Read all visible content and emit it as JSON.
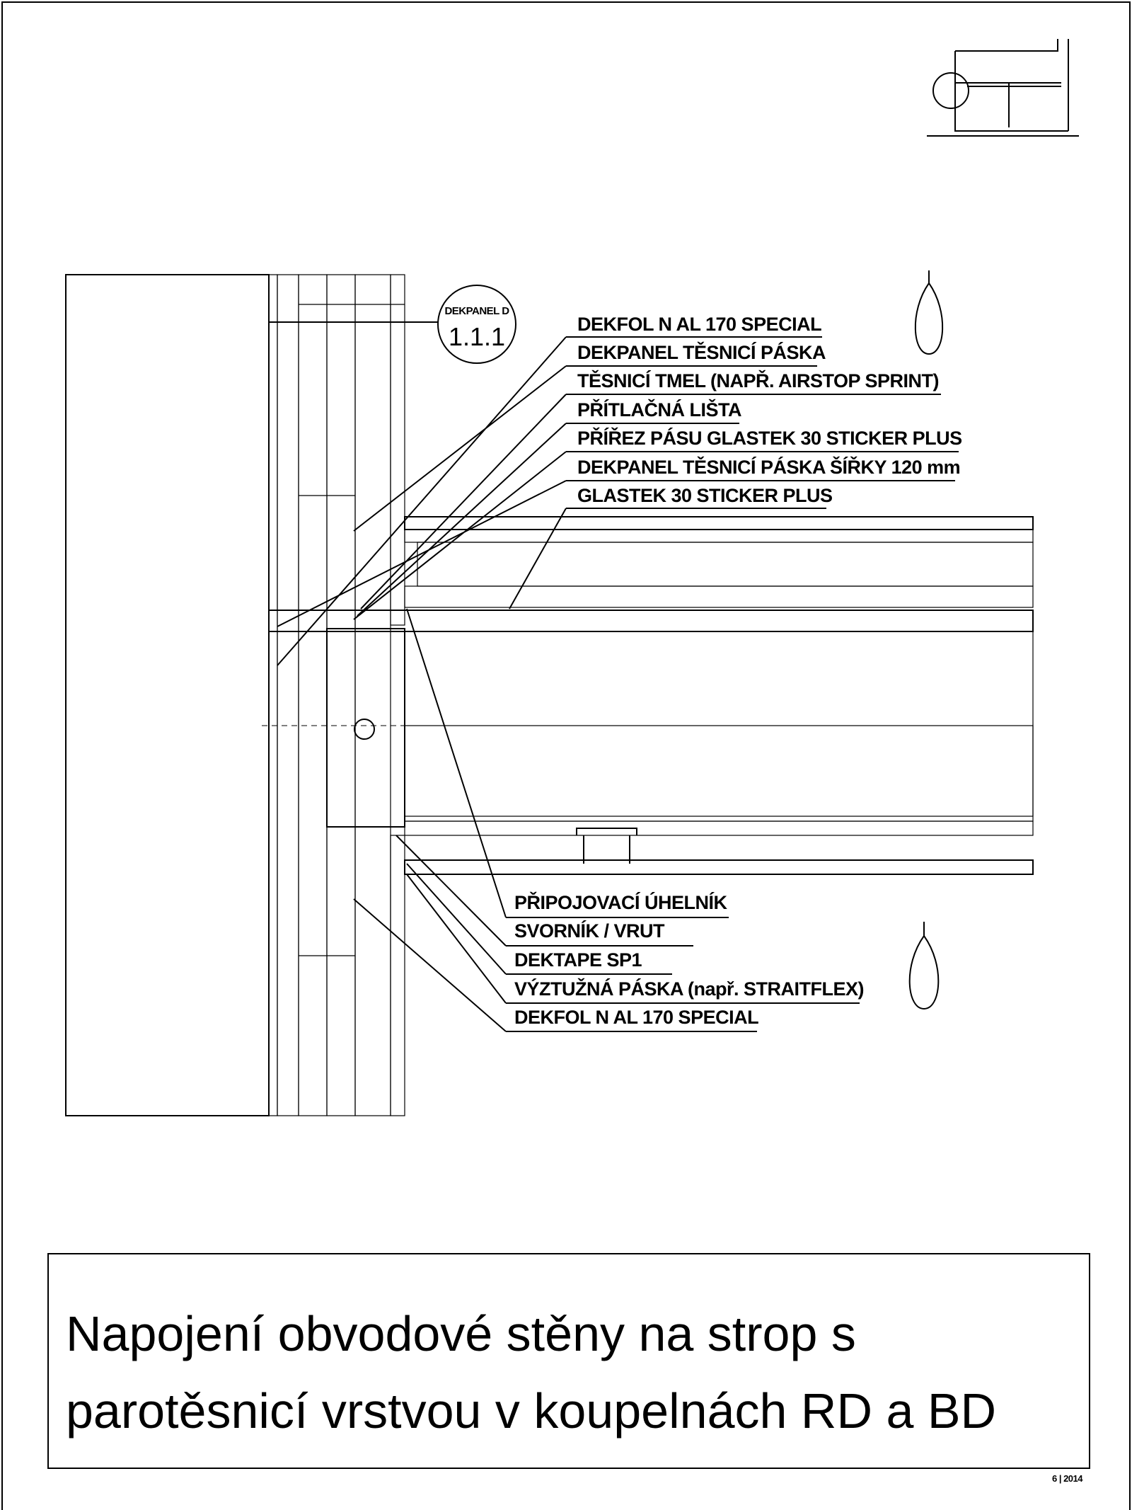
{
  "drawing": {
    "detail_ref": {
      "label": "DEKPANEL D",
      "number": "1.1.1"
    },
    "upper_labels": [
      "DEKFOL N AL 170 SPECIAL",
      "DEKPANEL TĚSNICÍ PÁSKA",
      "TĚSNICÍ TMEL (NAPŘ. AIRSTOP SPRINT)",
      "PŘÍTLAČNÁ LIŠTA",
      "PŘÍŘEZ PÁSU GLASTEK 30 STICKER PLUS",
      "DEKPANEL TĚSNICÍ PÁSKA ŠÍŘKY 120 mm",
      "GLASTEK 30 STICKER PLUS"
    ],
    "lower_labels": [
      "PŘIPOJOVACÍ ÚHELNÍK",
      "SVORNÍK / VRUT",
      "DEKTAPE SP1",
      "VÝZTUŽNÁ PÁSKA (např. STRAITFLEX)",
      "DEKFOL N AL 170 SPECIAL"
    ],
    "icons": [
      "key-plan-icon",
      "moisture-drop-icon"
    ]
  },
  "title": {
    "line1": "Napojení obvodové stěny na strop s",
    "line2": "parotěsnicí vrstvou v koupelnách RD a BD"
  },
  "footer": {
    "page": "6 | 2014"
  }
}
